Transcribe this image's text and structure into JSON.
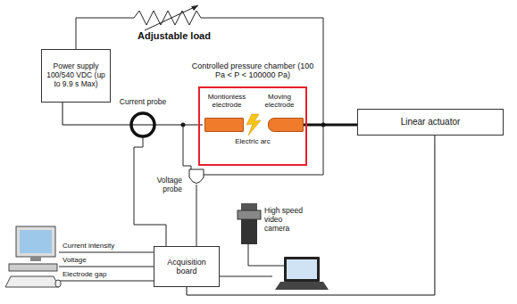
{
  "diagram": {
    "nodes": [
      {
        "text": [
          "Power supply 100/540 VDC (up to 9.9 s Max)"
        ]
      },
      {
        "text": [
          "Controlled pressure chamber (100 Pa < P < 100000 Pa)"
        ]
      },
      {
        "text": [
          "Montionless electrode"
        ],
        "in": 1
      },
      {
        "text": [
          "Moving electrode"
        ],
        "in": 1
      },
      {
        "text": [
          "Linear actuator"
        ]
      },
      {
        "text": [
          "Acquisition board"
        ]
      }
    ],
    "edges": [
      {
        "from": 0,
        "to": 2,
        "arrow": "none"
      },
      {
        "from": 3,
        "to": 4,
        "arrow": "none"
      },
      {
        "from": 4,
        "to": 5,
        "arrow": "none"
      }
    ],
    "labels": [
      "Adjustable load",
      "Current probe",
      "Voltage probe",
      "Electric arc",
      "High speed video camera",
      "Current intensity",
      "Voltage",
      "Electrode gap"
    ]
  }
}
